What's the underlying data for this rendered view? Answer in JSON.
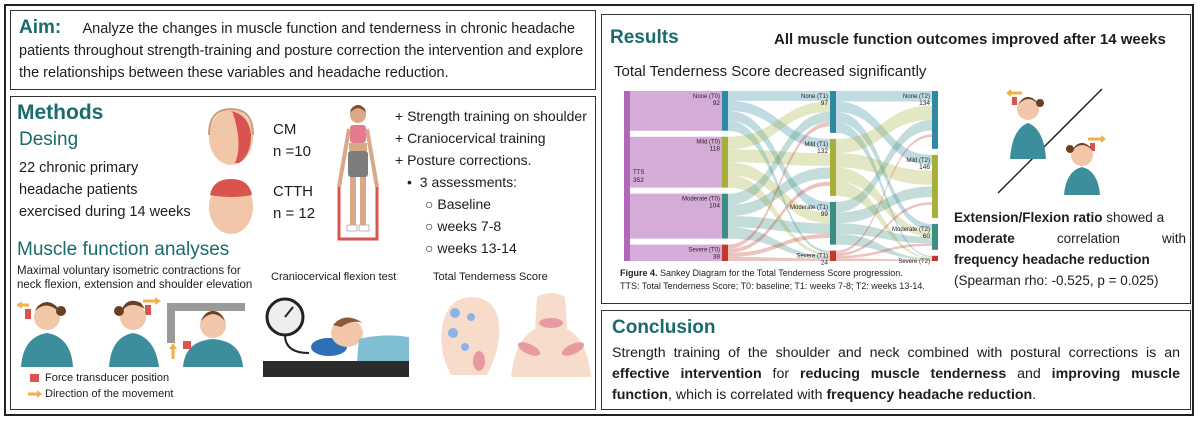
{
  "aim": {
    "label": "Aim:",
    "text": "Analyze the changes in muscle function and tenderness in chronic headache patients throughout strength-training and posture correction the intervention and  explore the relationships between these variables and headache reduction."
  },
  "methods": {
    "title": "Methods",
    "design_label": "Desing",
    "design_text_1": "22 chronic primary",
    "design_text_2": "headache patients",
    "design_text_3": "exercised during 14 weeks",
    "cm_label": "CM",
    "cm_n": "n =10",
    "ctth_label": "CTTH",
    "ctth_n": "n = 12",
    "interventions": [
      "+ Strength training on shoulder",
      "+ Craniocervical training",
      "+ Posture corrections."
    ],
    "assessments_label": "3 assessments:",
    "assessments": [
      "Baseline",
      "weeks 7-8",
      "weeks 13-14"
    ],
    "muscle_title": "Muscle function analyses",
    "muscle_text_1": "Maximal voluntary isometric contractions for",
    "muscle_text_2": "neck flexion, extension and shoulder elevation",
    "ccft_label": "Craniocervical flexion test",
    "tts_label": "Total Tenderness Score",
    "legend_force": "Force transducer position",
    "legend_direction": "Direction of the movement"
  },
  "results": {
    "title": "Results",
    "headline": "All muscle function outcomes improved after 14 weeks",
    "tts_statement": "Total Tenderness Score decreased significantly",
    "figure_caption_bold": "Figure 4.",
    "figure_caption_1": " Sankey Diagram for the Total Tenderness Score progression.",
    "figure_caption_2": "TTS: Total Tenderness Score; T0: baseline; T1: weeks 7-8; T2: weeks 13-14.",
    "ratio_bold_1": "Extension/Flexion ratio",
    "ratio_text_1": " showed a",
    "ratio_bold_2": "moderate",
    "ratio_text_2": "correlation",
    "ratio_text_3": "with",
    "ratio_bold_3": "frequency headache reduction",
    "ratio_stats": "(Spearman rho: -0.525, p = 0.025)"
  },
  "sankey": {
    "root": {
      "label": "TTS",
      "value": "352"
    },
    "t0": [
      {
        "label": "None (T0)",
        "value": "92"
      },
      {
        "label": "Mild (T0)",
        "value": "118"
      },
      {
        "label": "Moderate (T0)",
        "value": "104"
      },
      {
        "label": "Severe (T0)",
        "value": "38"
      }
    ],
    "t1": [
      {
        "label": "None (T1)",
        "value": "97"
      },
      {
        "label": "Mild (T1)",
        "value": "132"
      },
      {
        "label": "Moderate (T1)",
        "value": "99"
      },
      {
        "label": "Severe (T1)",
        "value": "24"
      }
    ],
    "t2": [
      {
        "label": "None (T2)",
        "value": "134"
      },
      {
        "label": "Mild (T2)",
        "value": "146"
      },
      {
        "label": "Moderate (T2)",
        "value": "60"
      },
      {
        "label": "Severe (T2)",
        "value": "12"
      }
    ],
    "colors": {
      "root": "#b268b8",
      "none": "#2d8aa0",
      "mild": "#a6ae3c",
      "moderate": "#3c8e84",
      "severe": "#c0392b"
    }
  },
  "conclusion": {
    "title": "Conclusion",
    "t1": "Strength training of the shoulder and neck combined with postural corrections is an ",
    "b1": "effective intervention",
    "t2": " for ",
    "b2": "reducing muscle tenderness",
    "t3": " and ",
    "b3": "improving muscle function",
    "t4": ", which is correlated with ",
    "b4": "frequency headache reduction",
    "t5": "."
  },
  "colors": {
    "accent": "#1a6b6b",
    "skin": "#f2c6a8",
    "shirt": "#3c8e9c",
    "red": "#d9534f",
    "arrow": "#f0b04a"
  }
}
